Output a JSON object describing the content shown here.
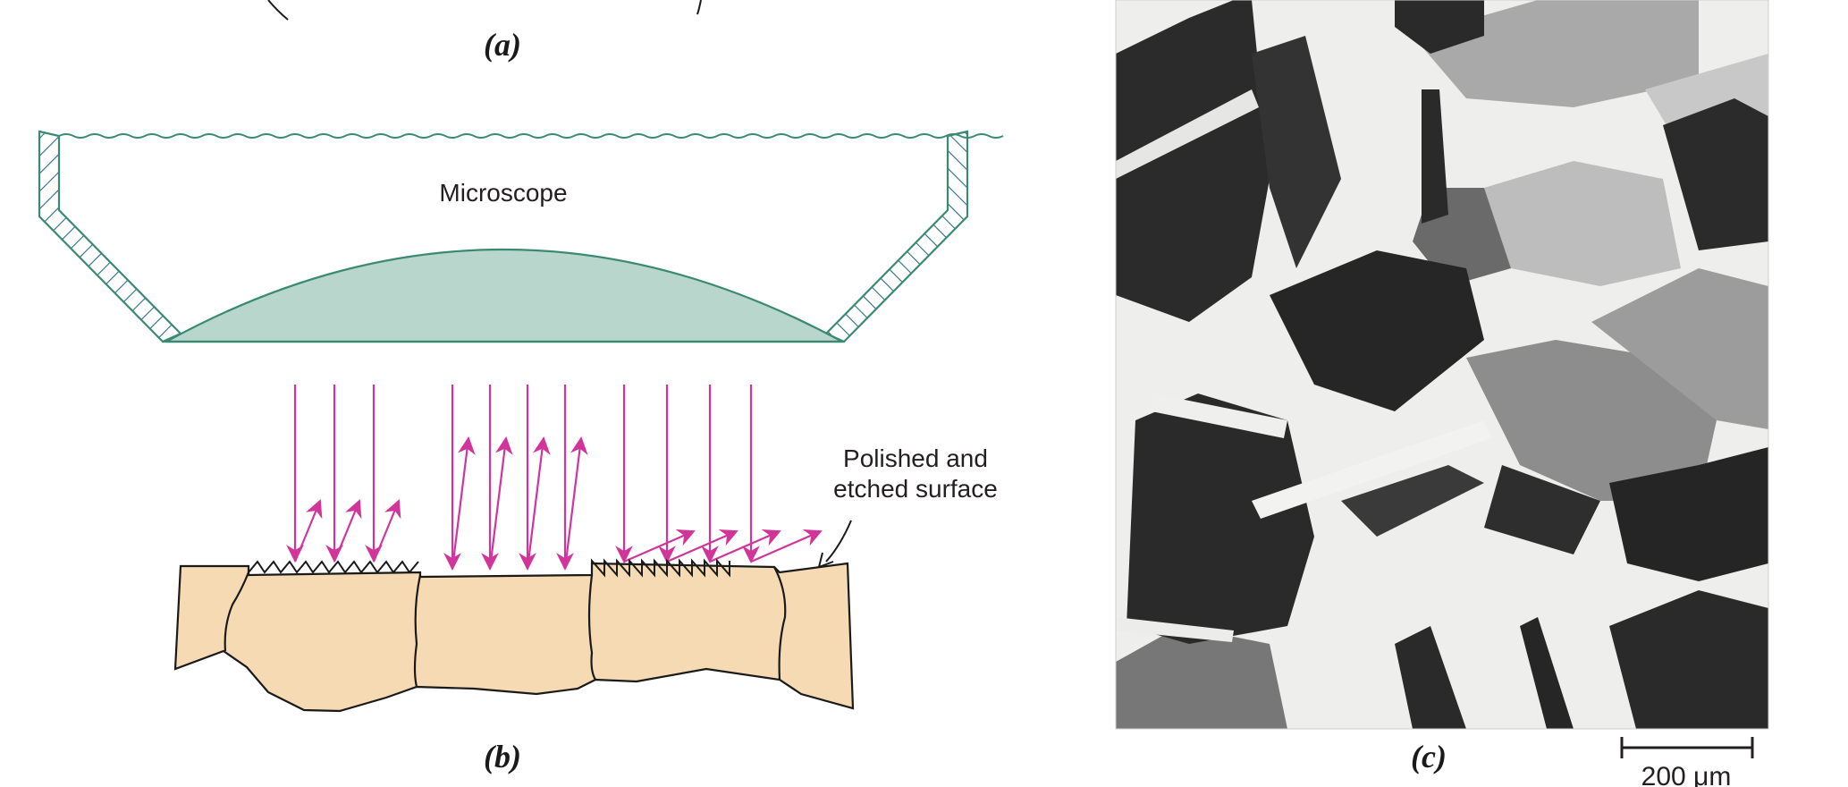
{
  "panels": {
    "a": {
      "label": "(a)"
    },
    "b": {
      "label": "(b)"
    },
    "c": {
      "label": "(c)"
    }
  },
  "microscope": {
    "label": "Microscope"
  },
  "surface_annotation": {
    "line1": "Polished and",
    "line2": "etched surface"
  },
  "scale_bar": {
    "label": "200 μm"
  },
  "colors": {
    "lens_fill": "#b9d6cc",
    "lens_stroke": "#3a8a72",
    "hatch_stroke": "#2a6a8a",
    "ray_color": "#d2359a",
    "grain_fill": "#f5dab4",
    "grain_stroke": "#1a1a1a",
    "micrograph_dark": "#2a2a2a",
    "micrograph_light": "#f0f0ef"
  },
  "icons": {
    "incident_ray": "arrow-down-icon",
    "reflected_ray": "arrow-up-icon"
  }
}
